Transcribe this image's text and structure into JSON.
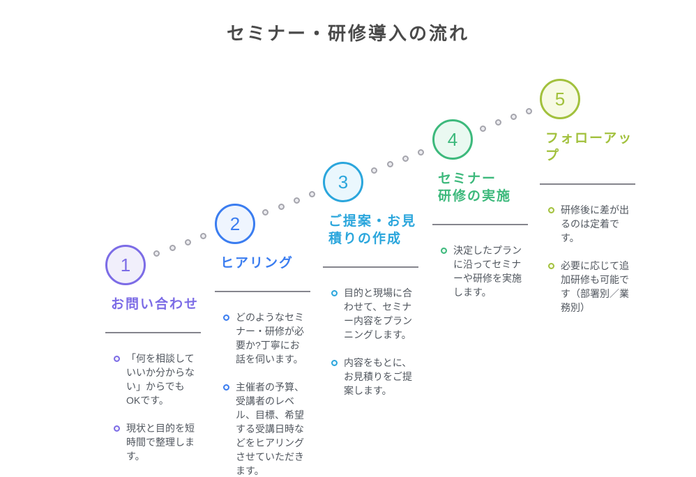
{
  "title": "セミナー・研修導入の流れ",
  "divider_color": "#85858D",
  "path_dot_color": "#A5A5AD",
  "body_text_color": "#50565E",
  "steps": [
    {
      "number": "1",
      "label": "お問い合わせ",
      "accent": "#7C6CE6",
      "fill": "#F1EFFB",
      "bullets": [
        "「何を相談していいか分からない」からでもOKです。",
        "現状と目的を短時間で整理します。"
      ]
    },
    {
      "number": "2",
      "label": "ヒアリング",
      "accent": "#3B7DF0",
      "fill": "#EFF5FE",
      "bullets": [
        "どのようなセミナー・研修が必要か?丁寧にお話を伺います。",
        "主催者の予算、受講者のレベル、目標、希望する受講日時などをヒアリングさせていただきます。"
      ]
    },
    {
      "number": "3",
      "label": "ご提案・お見\n積りの作成",
      "accent": "#2BA6DC",
      "fill": "#EAF7FD",
      "bullets": [
        "目的と現場に合わせて、セミナー内容をプランニングします。",
        "内容をもとに、お見積りをご提案します。"
      ]
    },
    {
      "number": "4",
      "label": "セミナー\n研修の実施",
      "accent": "#3DB97C",
      "fill": "#EAF9F1",
      "bullets": [
        "決定したプランに沿ってセミナーや研修を実施します。"
      ]
    },
    {
      "number": "5",
      "label": "フォローアッ\nプ",
      "accent": "#A2C13D",
      "fill": "#F7FAE5",
      "bullets": [
        "研修後に差が出るのは定着です。",
        "必要に応じて追加研修も可能です（部署別／業務別）"
      ]
    }
  ]
}
